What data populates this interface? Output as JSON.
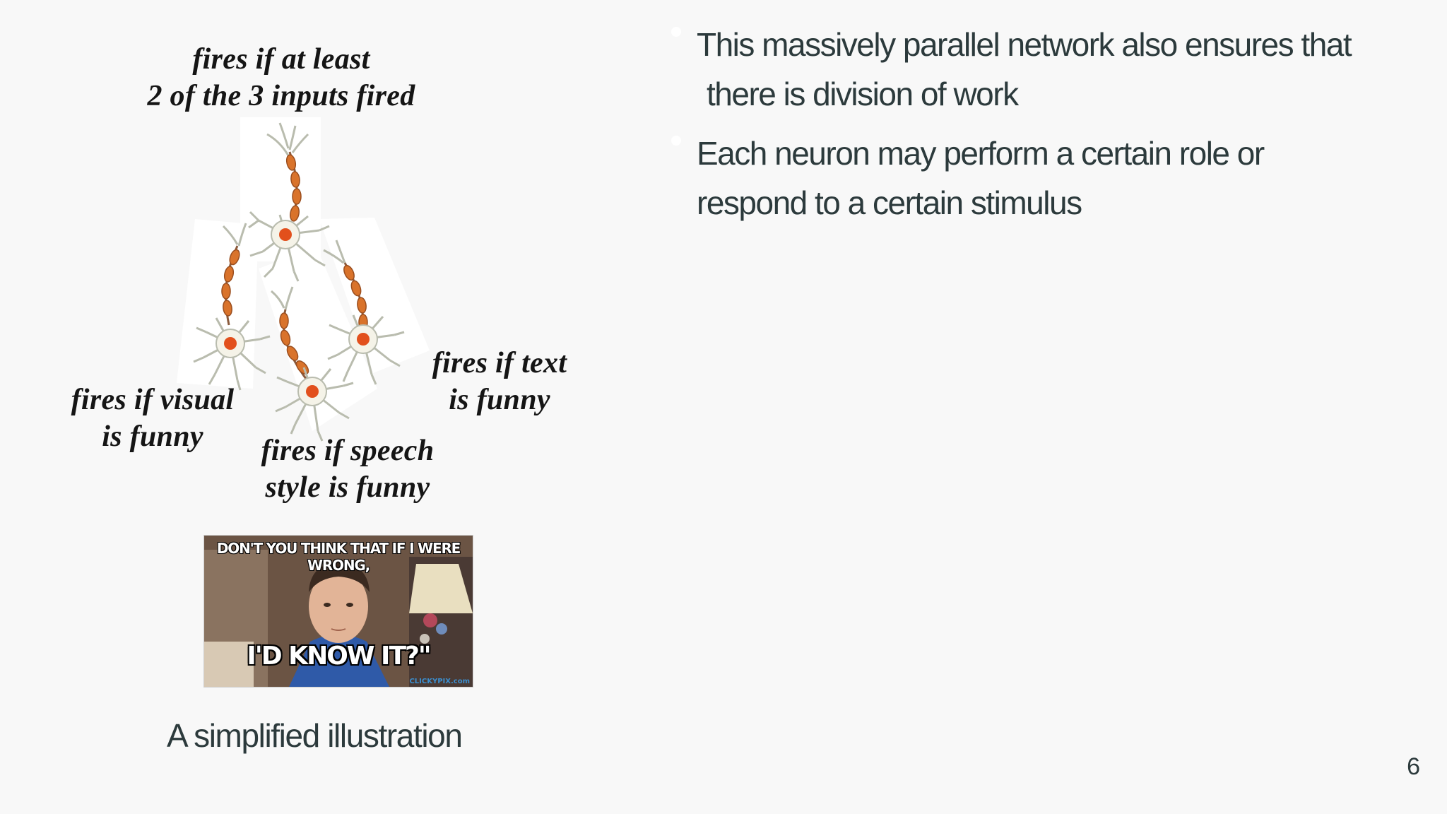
{
  "bullets": [
    {
      "lines": [
        "This massively parallel network also ensures that",
        "there is division of work"
      ]
    },
    {
      "lines": [
        "Each neuron may perform a certain role or",
        "respond  to a certain stimulus"
      ]
    }
  ],
  "figure": {
    "neuron_labels": {
      "top": [
        "fires if at least",
        "2 of the 3 inputs fired"
      ],
      "visual": [
        "fires if visual",
        "is funny"
      ],
      "speech": [
        "fires if speech",
        "style is funny"
      ],
      "text": [
        "fires if text",
        "is funny"
      ]
    },
    "meme": {
      "top_text": "DON'T YOU THINK THAT IF I WERE WRONG,",
      "bottom_text": "I'D KNOW IT?\"",
      "watermark": "CLICKYPIX.com"
    },
    "caption": "A simplified illustration"
  },
  "page_number": "6",
  "colors": {
    "text": "#2c3a3c",
    "background": "#f8f8f8",
    "axon_segment": "#d9732b",
    "nucleus": "#e2501c",
    "dendrite": "#b9bcae"
  }
}
